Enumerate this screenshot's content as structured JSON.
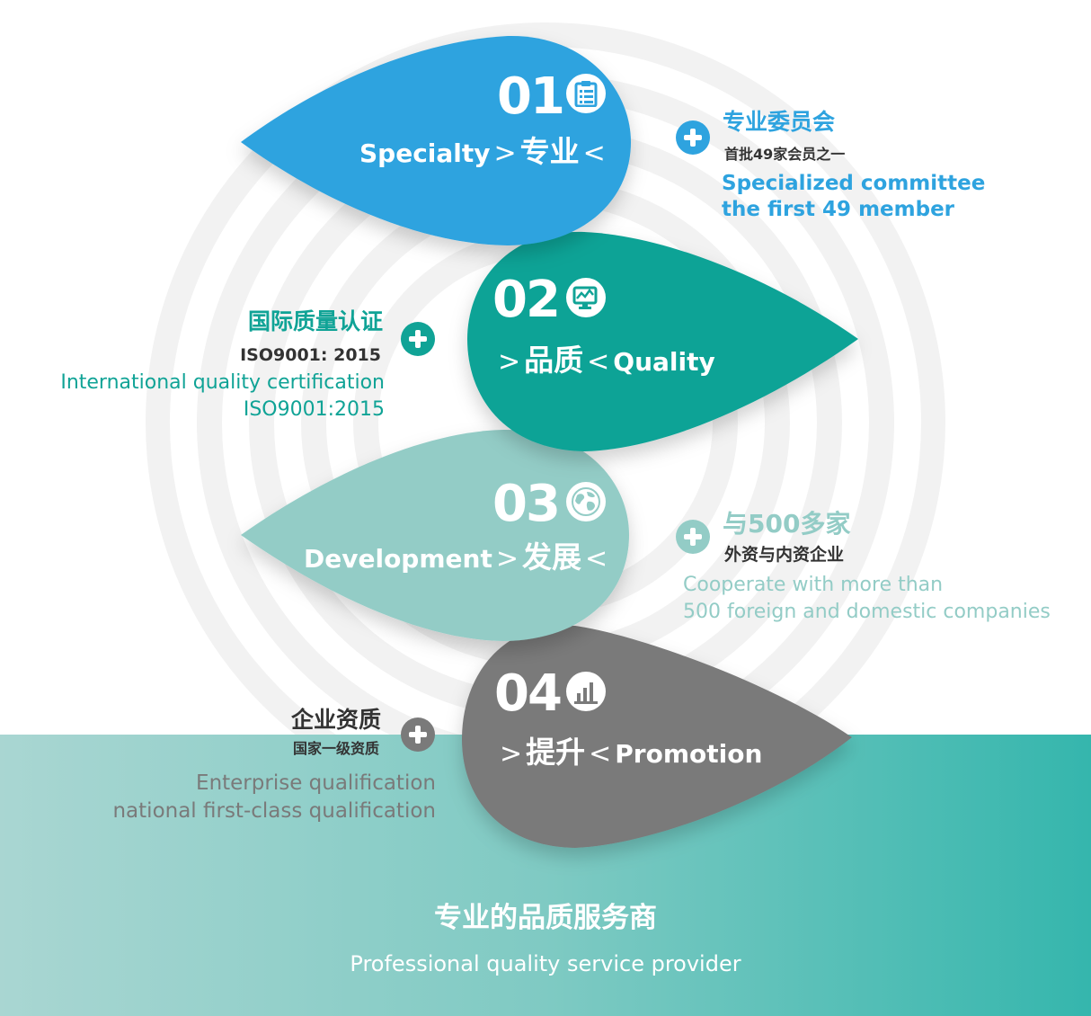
{
  "colors": {
    "blue": "#2ea3df",
    "teal": "#10a396",
    "light_teal": "#93ccc6",
    "gray": "#7a7a7a",
    "band_start": "#a9d6d2",
    "band_end": "#35b6ad"
  },
  "items": [
    {
      "number": "01",
      "title_en": "Specialty",
      "title_cn": "专业",
      "icon": "clipboard-icon",
      "info": {
        "title_cn": "专业委员会",
        "sub_cn": "首批49家会员之一",
        "en_lines": [
          "Specialized committee",
          "the first 49 member"
        ]
      }
    },
    {
      "number": "02",
      "title_en": "Quality",
      "title_cn": "品质",
      "icon": "monitor-chart-icon",
      "info": {
        "title_cn": "国际质量认证",
        "sub_cn": "ISO9001: 2015",
        "en_lines": [
          "International quality certification",
          "ISO9001:2015"
        ]
      }
    },
    {
      "number": "03",
      "title_en": "Development",
      "title_cn": "发展",
      "icon": "globe-icon",
      "info": {
        "title_cn": "与500多家",
        "sub_cn": "外资与内资企业",
        "en_lines": [
          "Cooperate with more than",
          "500 foreign and domestic companies"
        ]
      }
    },
    {
      "number": "04",
      "title_en": "Promotion",
      "title_cn": "提升",
      "icon": "bar-chart-icon",
      "info": {
        "title_cn": "企业资质",
        "sub_cn": "国家一级资质",
        "en_lines": [
          "Enterprise qualification",
          "national first-class qualification"
        ]
      }
    }
  ],
  "footer": {
    "title_cn": "专业的品质服务商",
    "subtitle_en": "Professional quality service provider"
  }
}
